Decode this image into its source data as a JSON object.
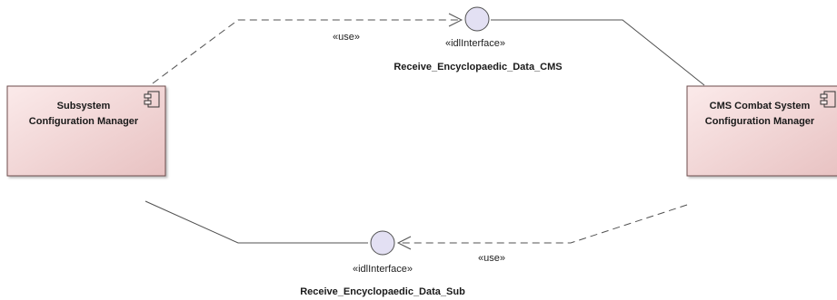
{
  "diagram": {
    "components": [
      {
        "id": "subsystem",
        "lines": [
          "Subsystem",
          "Configuration Manager"
        ]
      },
      {
        "id": "cms",
        "lines": [
          "CMS Combat System",
          "Configuration Manager"
        ]
      }
    ],
    "interfaces": [
      {
        "id": "cms_iface",
        "stereotype": "«idlInterface»",
        "name": "Receive_Encyclopaedic_Data_CMS"
      },
      {
        "id": "sub_iface",
        "stereotype": "«idlInterface»",
        "name": "Receive_Encyclopaedic_Data_Sub"
      }
    ],
    "dependencies": [
      {
        "from": "subsystem",
        "to": "cms_iface",
        "label": "«use»"
      },
      {
        "from": "cms",
        "to": "sub_iface",
        "label": "«use»"
      }
    ]
  },
  "colors": {
    "component_fill_top": "#fbe7e7",
    "component_fill_bottom": "#e9c3c3",
    "component_border": "#6d4b4b",
    "interface_fill": "#e3e0f3",
    "interface_border": "#505050",
    "line": "#505050"
  }
}
